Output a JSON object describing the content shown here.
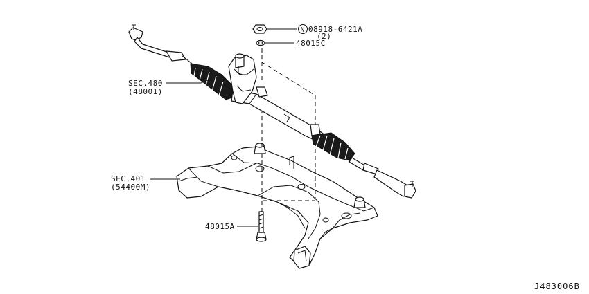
{
  "diagram": {
    "callouts": {
      "nut_code": "08918-6421A",
      "nut_qty": "(2)",
      "washer_code": "48015C",
      "steering_sec": "SEC.480",
      "steering_part": "(48001)",
      "crossmember_sec": "SEC.401",
      "crossmember_part": "(54400M)",
      "bolt_code": "48015A"
    },
    "nut_symbol": "N",
    "drawing_id": "J483006B"
  }
}
